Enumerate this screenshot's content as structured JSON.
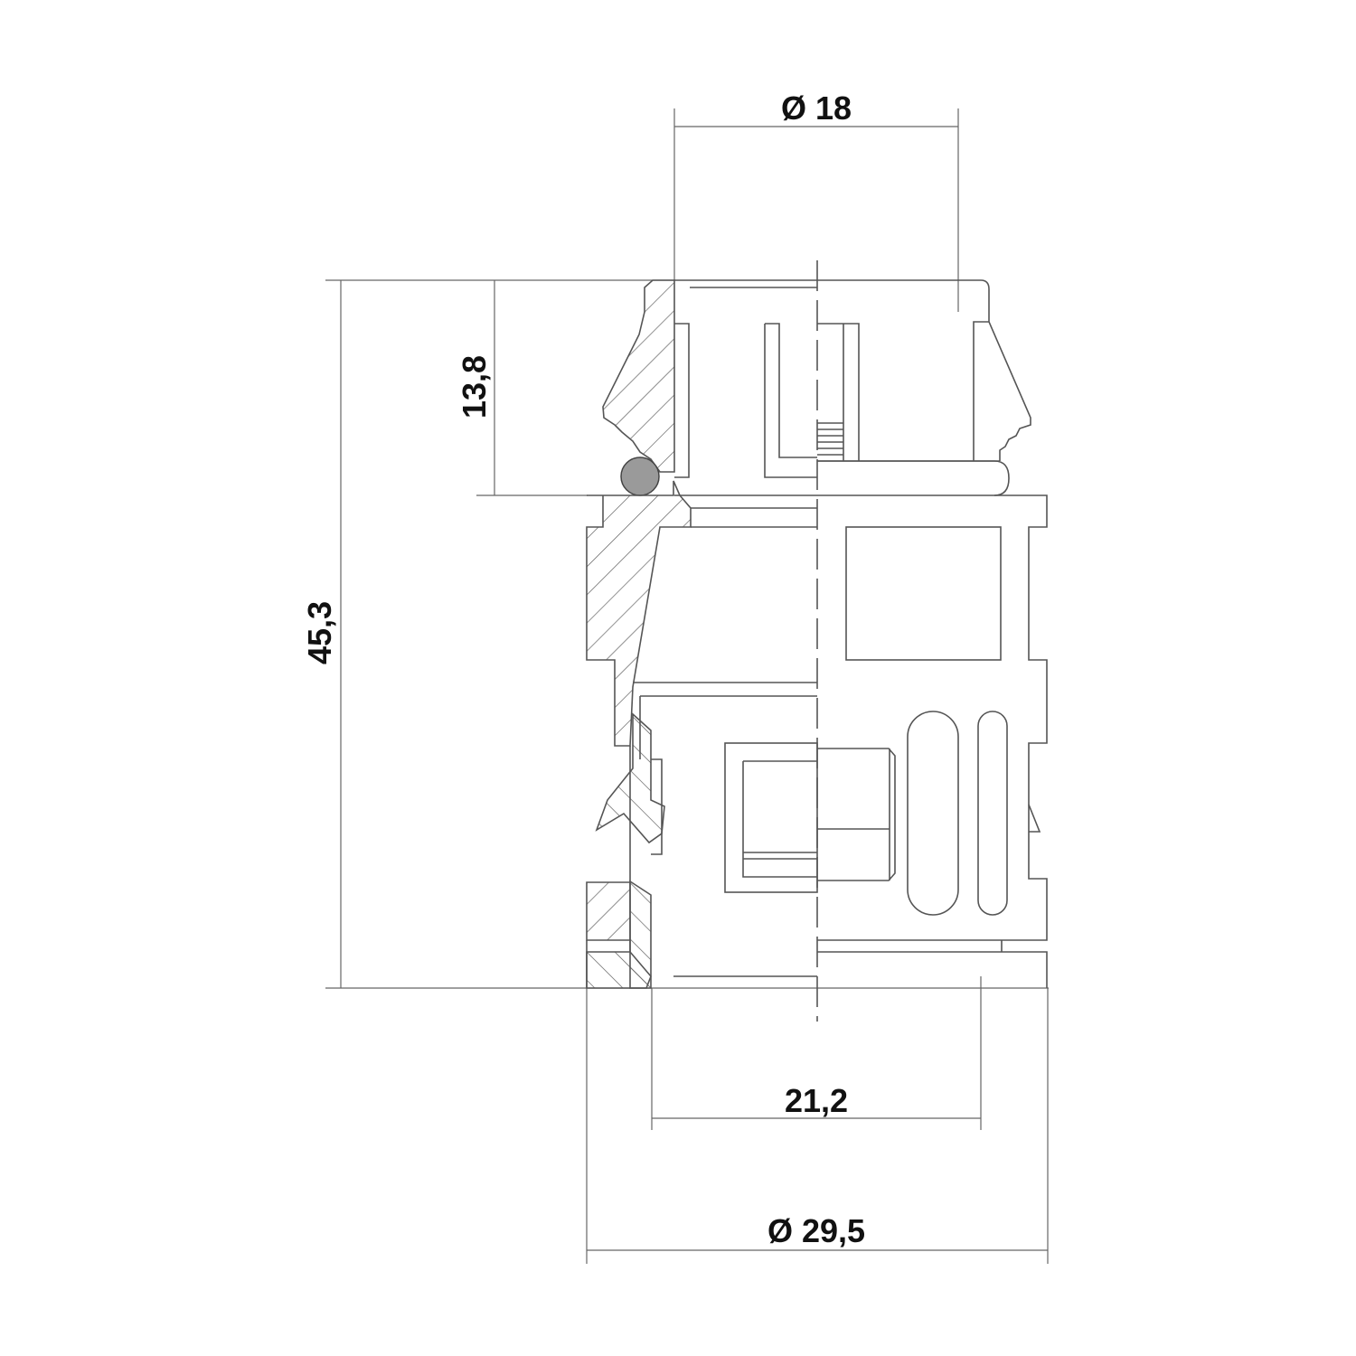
{
  "drawing": {
    "dimensions": {
      "top_diameter": "Ø 18",
      "total_height": "45,3",
      "cap_height": "13,8",
      "bottom_width": "21,2",
      "outer_diameter": "Ø 29,5"
    },
    "colors": {
      "line": "#555555",
      "oring_fill": "#9a9a9a",
      "text": "#111111"
    }
  }
}
